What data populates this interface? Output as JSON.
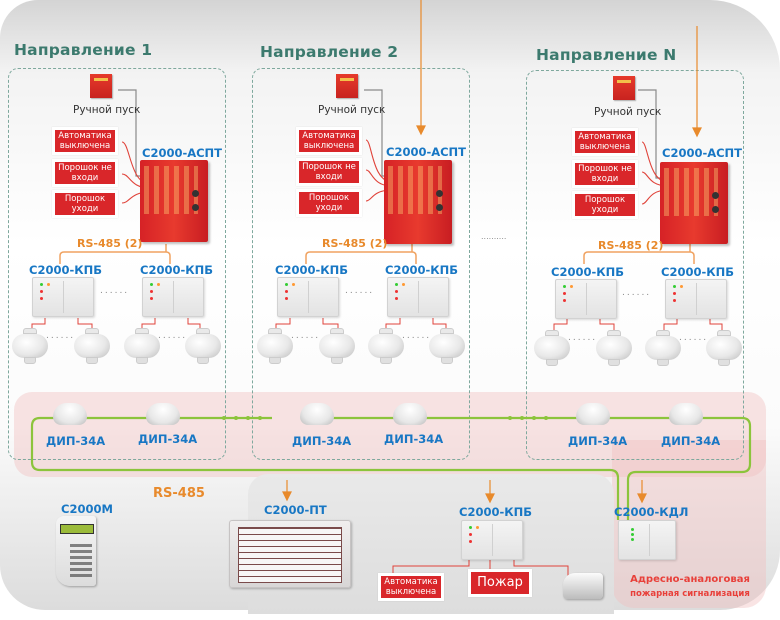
{
  "directions": [
    {
      "title": "Направление 1",
      "manual_start_label": "Ручной пуск",
      "controller_label": "С2000-АСПТ",
      "signs": [
        "Автоматика выключена",
        "Порошок не входи",
        "Порошок уходи"
      ],
      "bus_label": "RS-485 (2)",
      "modules": [
        "С2000-КПБ",
        "С2000-КПБ"
      ],
      "module_separator": "......",
      "extinguisher_separator": "......"
    },
    {
      "title": "Направление 2",
      "manual_start_label": "Ручной пуск",
      "controller_label": "С2000-АСПТ",
      "signs": [
        "Автоматика выключена",
        "Порошок не входи",
        "Порошок уходи"
      ],
      "bus_label": "RS-485 (2)",
      "modules": [
        "С2000-КПБ",
        "С2000-КПБ"
      ],
      "module_separator": "......",
      "extinguisher_separator": "......"
    },
    {
      "title": "Направление N",
      "manual_start_label": "Ручной пуск",
      "controller_label": "С2000-АСПТ",
      "signs": [
        "Автоматика выключена",
        "Порошок не входи",
        "Порошок уходи"
      ],
      "bus_label": "RS-485 (2)",
      "modules": [
        "С2000-КПБ",
        "С2000-КПБ"
      ],
      "module_separator": "......",
      "extinguisher_separator": "......"
    }
  ],
  "directions_separator": "..........",
  "detectors": [
    "ДИП-34А",
    "ДИП-34А",
    "ДИП-34А",
    "ДИП-34А",
    "ДИП-34А",
    "ДИП-34А"
  ],
  "main_bus_label": "RS-485",
  "console_label": "С2000М",
  "panel_label": "С2000-ПТ",
  "central_module": {
    "label": "С2000-КПБ",
    "outputs": [
      "Автоматика выключена",
      "Пожар"
    ]
  },
  "address_controller_label": "С2000-КДЛ",
  "fire_alarm_zone": {
    "line1": "Адресно-аналоговая",
    "line2": "пожарная сигнализация"
  },
  "colors": {
    "direction_title": "#3c7a6e",
    "device_label": "#1877c4",
    "bus_label": "#e88a2c",
    "alarm_red": "#d9262a",
    "loop_green": "#8cc43c",
    "zone_pink": "#f0bebe"
  }
}
